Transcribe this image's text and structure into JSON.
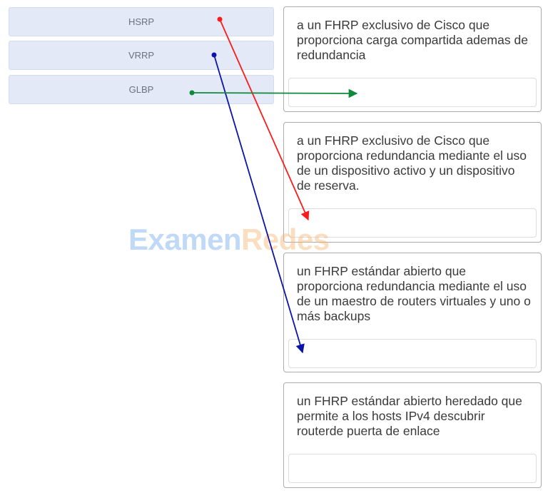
{
  "options": [
    {
      "label": "HSRP"
    },
    {
      "label": "VRRP"
    },
    {
      "label": "GLBP"
    }
  ],
  "targets": [
    {
      "text": "a un FHRP exclusivo de Cisco que proporciona carga compartida ademas de redundancia"
    },
    {
      "text": "a un FHRP exclusivo de Cisco que proporciona redundancia mediante el uso de un dispositivo activo y un dispositivo de reserva."
    },
    {
      "text": "un FHRP estándar abierto que proporciona redundancia mediante el uso de un maestro de routers virtuales y uno o más backups"
    },
    {
      "text": "un FHRP estándar abierto heredado que permite a los hosts IPv4 descubrir routerde puerta de enlace"
    }
  ],
  "watermark": {
    "part1": "Examen",
    "part2": "Redes"
  },
  "connections": [
    {
      "option": "HSRP",
      "target_index": 1,
      "color": "#ff1a1a"
    },
    {
      "option": "VRRP",
      "target_index": 2,
      "color": "#0a14a8"
    },
    {
      "option": "GLBP",
      "target_index": 0,
      "color": "#0e8a3a"
    }
  ]
}
